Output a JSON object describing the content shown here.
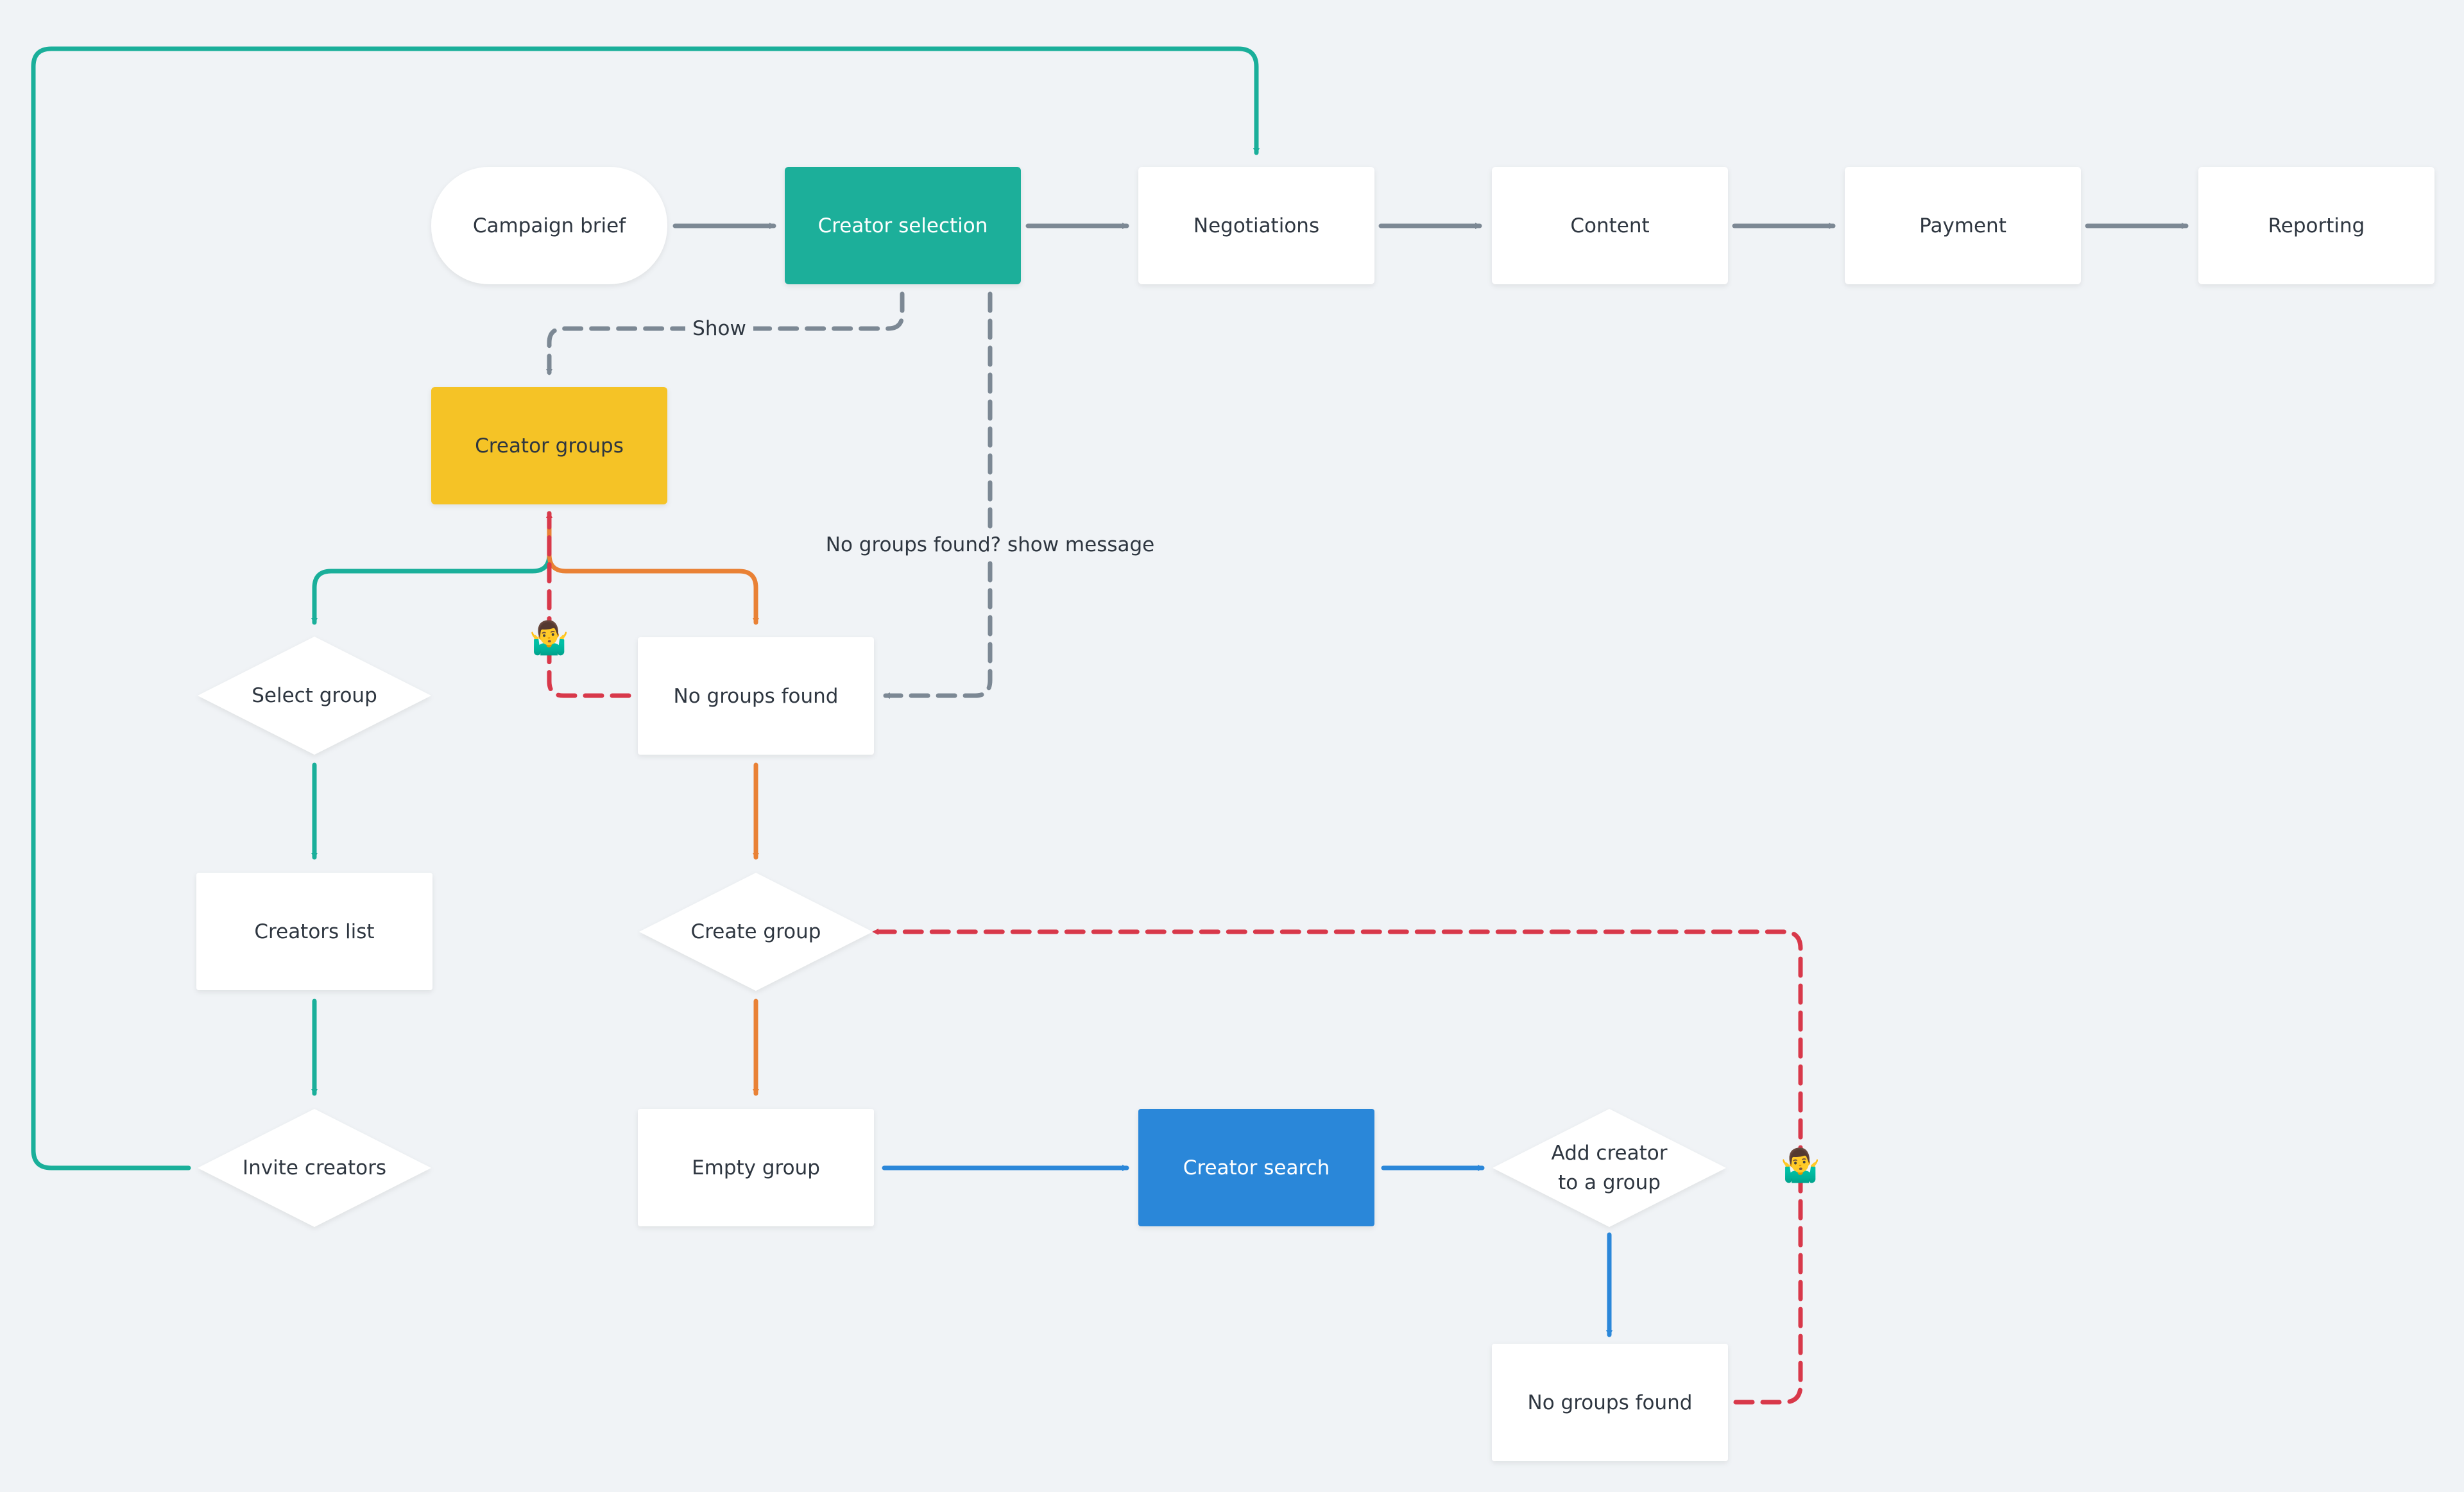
{
  "colors": {
    "background": "#f0f3f6",
    "node_default": "#ffffff",
    "creator_selection": "#1aaf9a",
    "creator_groups": "#f5c325",
    "creator_search": "#2b87d9",
    "flow_gray": "#7c8894",
    "flow_teal": "#1aaf9a",
    "flow_orange": "#e98135",
    "flow_red": "#d8384a",
    "flow_blue": "#2b87d9"
  },
  "nodes": {
    "campaign_brief": "Campaign brief",
    "creator_selection": "Creator selection",
    "negotiations": "Negotiations",
    "content": "Content",
    "payment": "Payment",
    "reporting": "Reporting",
    "creator_groups": "Creator groups",
    "select_group": "Select group",
    "no_groups_found_1": "No groups found",
    "creators_list": "Creators list",
    "create_group": "Create group",
    "invite_creators": "Invite creators",
    "empty_group": "Empty group",
    "creator_search": "Creator search",
    "add_creator_line1": "Add creator",
    "add_creator_line2": "to a group",
    "no_groups_found_2": "No groups found"
  },
  "edge_labels": {
    "show": "Show",
    "no_groups_message": "No groups found? show message"
  },
  "emojis": {
    "shrug_1": "🤷‍♂️",
    "shrug_2": "🤷‍♂️"
  }
}
